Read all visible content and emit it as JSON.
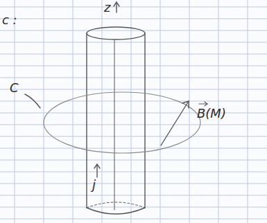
{
  "diagram": {
    "labels": [
      "z",
      "c :",
      "C",
      "B(M)",
      "j"
    ]
  }
}
